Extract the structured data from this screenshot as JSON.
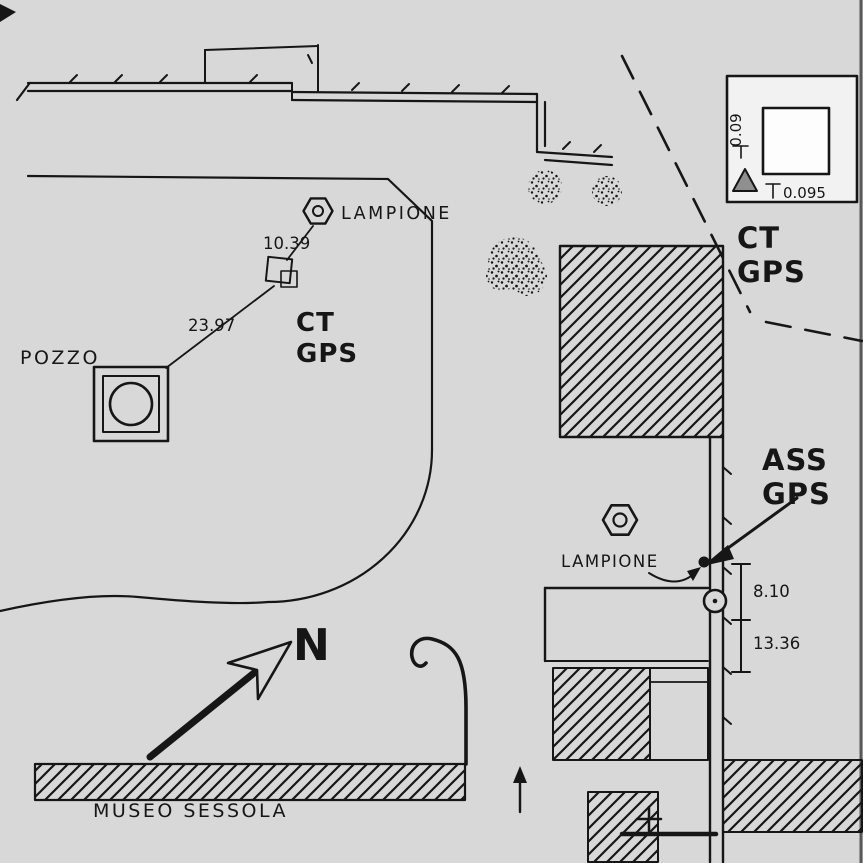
{
  "palette": {
    "background": "#d8d8d8",
    "ink": "#161616",
    "inset_fill": "#f2f2f2",
    "triangle_fill": "#8f8f8f"
  },
  "labels": {
    "lampione_upper": "LAMPIONE",
    "lampione_lower": "LAMPIONE",
    "pozzo": "POZZO",
    "museo_sessola": "MUSEO SESSOLA",
    "north": "N",
    "ct_gps_plan_line1": "CT",
    "ct_gps_plan_line2": "GPS",
    "ct_gps_inset_line1": "CT",
    "ct_gps_inset_line2": "GPS",
    "ass_gps_line1": "ASS",
    "ass_gps_line2": "GPS"
  },
  "measurements": {
    "lamp_to_ct": "10.39",
    "pozzo_to_ct": "23.97",
    "ass_to_lamp": "8.10",
    "ass_to_corner": "13.36",
    "inset_height": "0.09",
    "inset_offset": "0.095"
  }
}
